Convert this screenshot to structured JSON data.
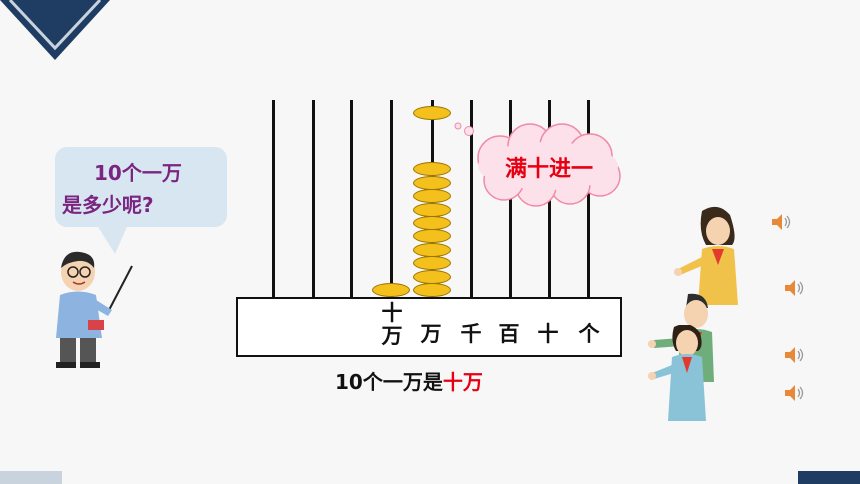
{
  "bubble": {
    "line1": "10个一万",
    "line2": "是多少呢?"
  },
  "cloud": {
    "text": "满十进一"
  },
  "abacus": {
    "places": [
      "十万",
      "万",
      "千",
      "百",
      "十",
      "个"
    ],
    "beads": [
      1,
      10,
      0,
      0,
      0,
      0
    ],
    "bead_color": "#f4c11c"
  },
  "caption": {
    "prefix": "10个一万是",
    "answer": "十万"
  },
  "speakers": [
    "speaker-icon",
    "speaker-icon",
    "speaker-icon",
    "speaker-icon"
  ],
  "colors": {
    "accent_red": "#e60012",
    "bubble_text": "#7a2580",
    "dark_blue": "#1f3d63"
  }
}
